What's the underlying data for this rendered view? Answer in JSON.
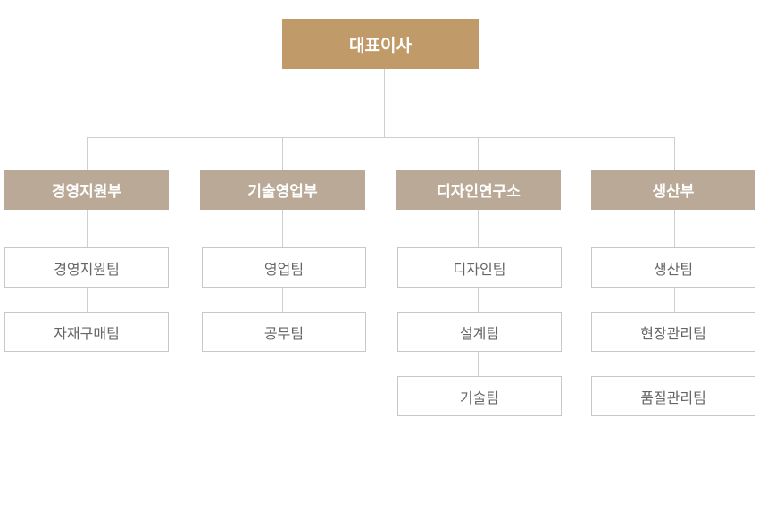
{
  "org_chart": {
    "ceo": "대표이사",
    "departments": [
      {
        "name": "경영지원부",
        "teams": [
          "경영지원팀",
          "자재구매팀"
        ]
      },
      {
        "name": "기술영업부",
        "teams": [
          "영업팀",
          "공무팀"
        ]
      },
      {
        "name": "디자인연구소",
        "teams": [
          "디자인팀",
          "설계팀",
          "기술팀"
        ]
      },
      {
        "name": "생산부",
        "teams": [
          "생산팀",
          "현장관리팀",
          "품질관리팀"
        ]
      }
    ],
    "colors": {
      "ceo_fill": "#c09a69",
      "department_fill": "#b9a996",
      "team_border": "#c8c8c8",
      "connector": "#cfcfcf"
    }
  }
}
